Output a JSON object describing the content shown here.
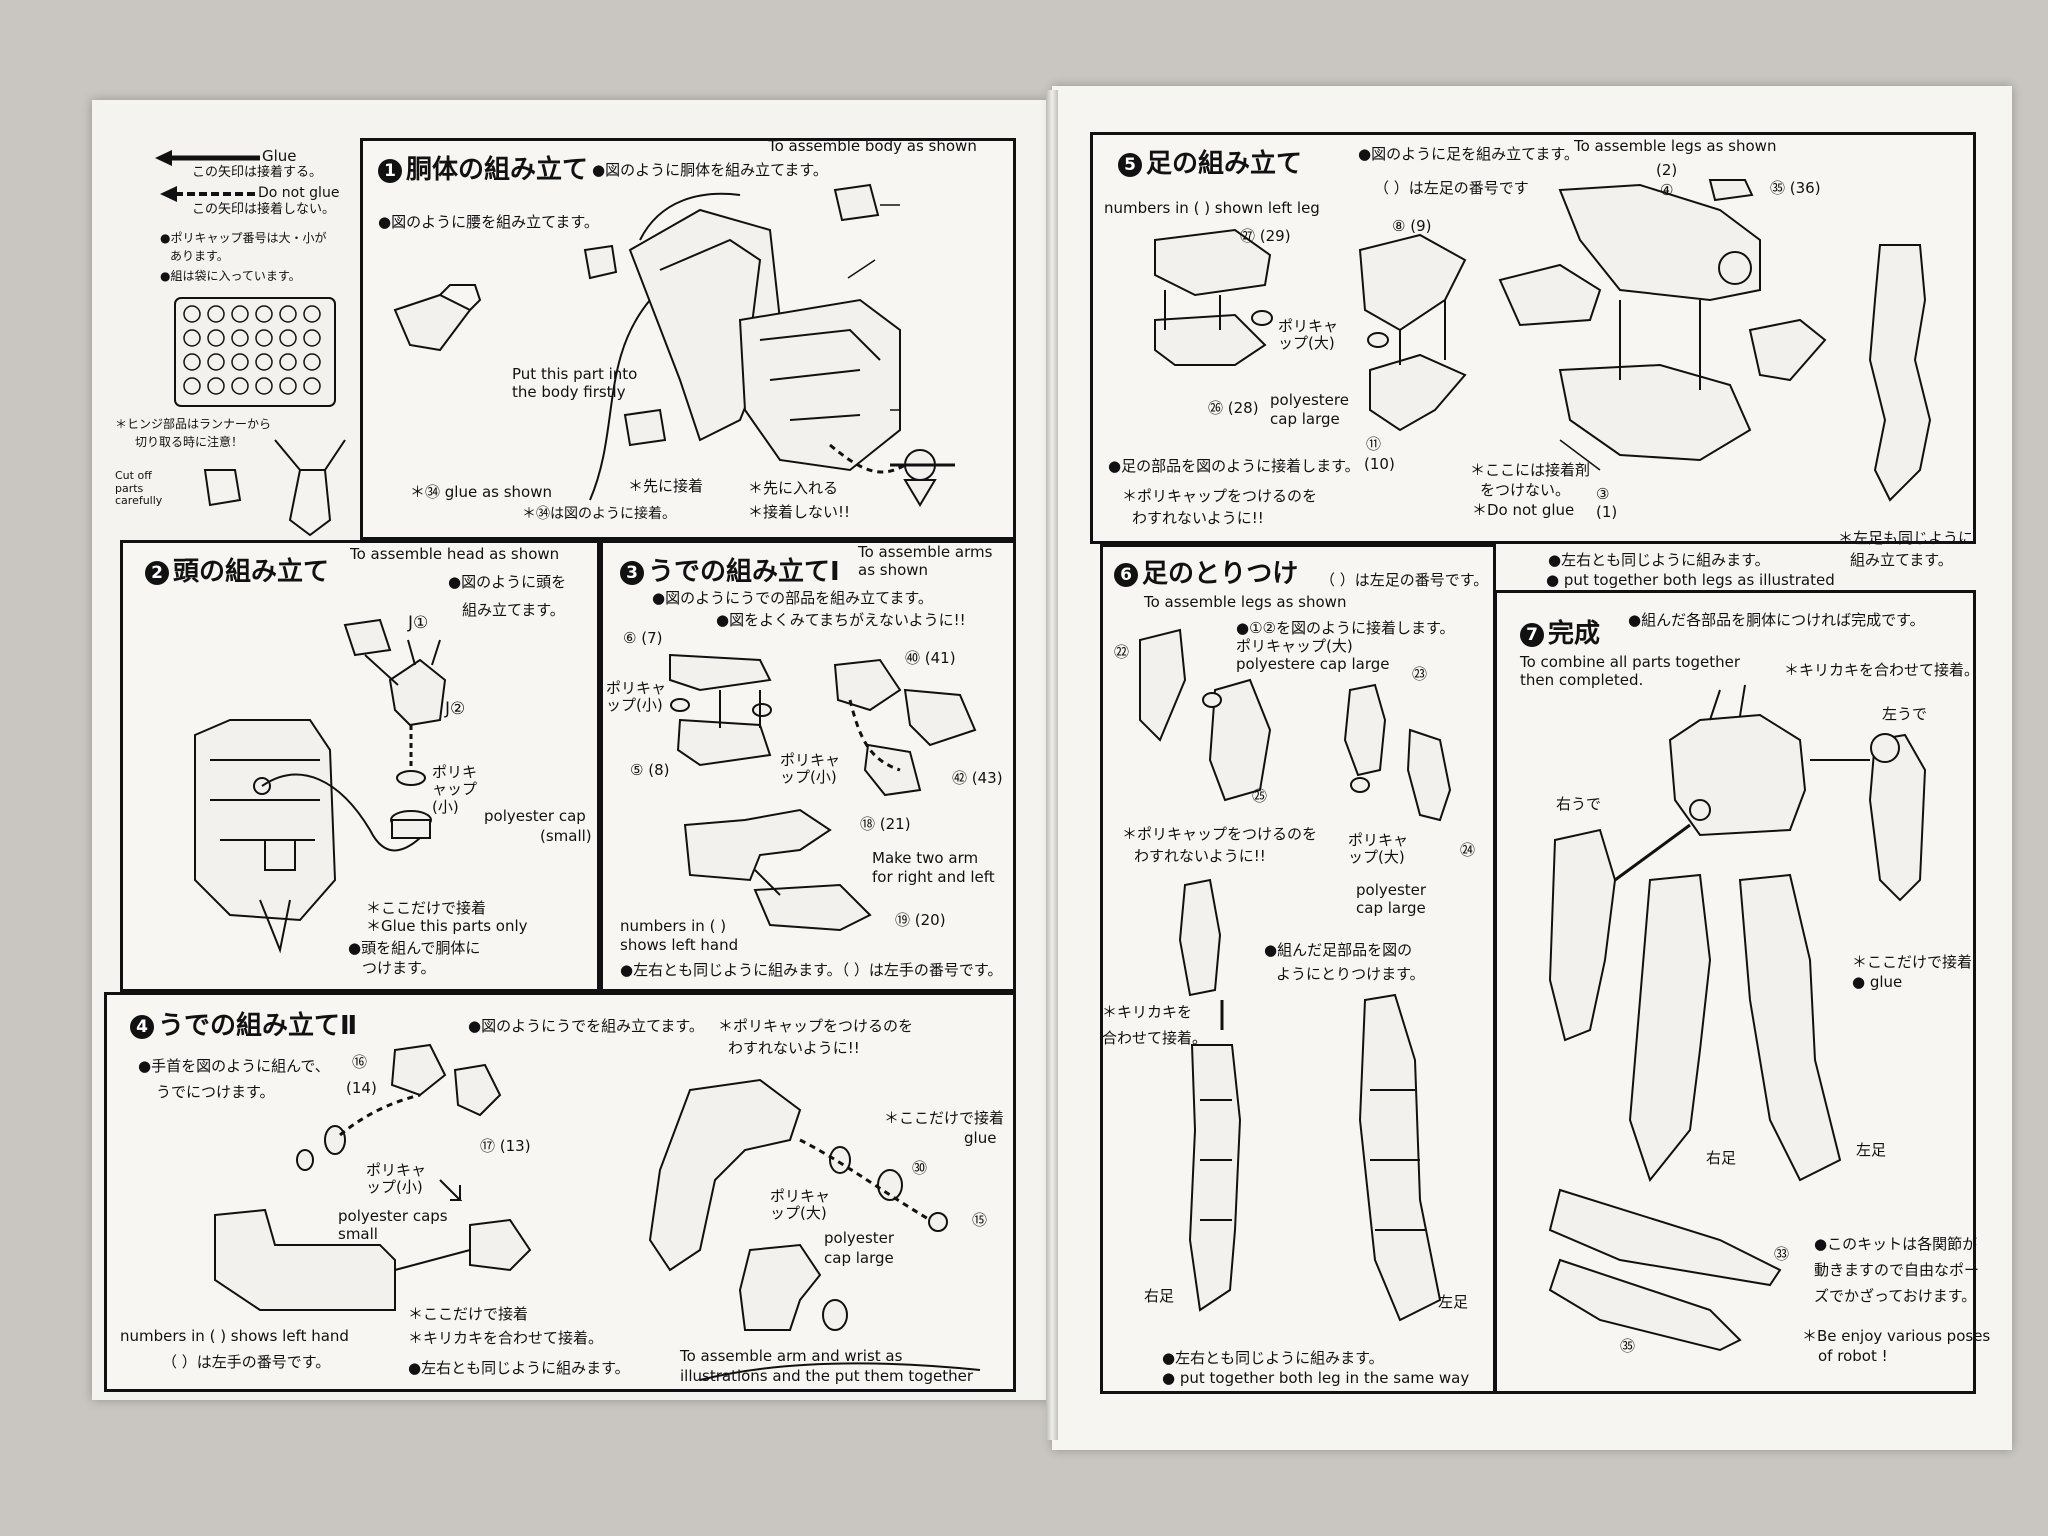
{
  "legend": {
    "glue": "Glue",
    "glue_jp": "この矢印は接着する。",
    "no_glue": "Do not glue",
    "no_glue_jp": "この矢印は接着しない。",
    "polycap_note_1": "●ポリキャップ番号は大・小が",
    "polycap_note_2": "あります。",
    "polycap_note_3": "●組は袋に入っています。",
    "runner_note_1": "＊ヒンジ部品はランナーから",
    "runner_note_2": "切り取る時に注意！",
    "cutoff": "Cut off parts carefully"
  },
  "step1": {
    "num": "1",
    "title": "胴体の組み立て",
    "en": "To assemble body as shown",
    "jp_a": "●図のように胴体を組み立てます。",
    "jp_b": "●図のように腰を組み立てます。",
    "put_part": "Put this part into",
    "put_part2": "the body firstly",
    "glue_as": "＊㉞ glue as shown",
    "glue_jp": "＊㉞は図のように接着。",
    "first_glue": "＊先に接着",
    "first_insert": "＊先に入れる",
    "no_glue": "＊接着しない!!"
  },
  "step2": {
    "num": "2",
    "title": "頭の組み立て",
    "en": "To assemble head as shown",
    "jp_a": "●図のように頭を",
    "jp_b": "組み立てます。",
    "j1": "J①",
    "j2": "J②",
    "polycap_jp": "ポリキャップ(小)",
    "polycap_en": "polyester cap",
    "small": "(small)",
    "glue_here": "＊ここだけで接着",
    "glue_only": "＊Glue this parts only",
    "attach_1": "●頭を組んで胴体に",
    "attach_2": "つけます。"
  },
  "step3": {
    "num": "3",
    "title": "うでの組み立てⅠ",
    "en_1": "To assemble arms",
    "en_2": "as shown",
    "jp_a": "●図のようにうでの部品を組み立てます。",
    "jp_b": "●図をよくみてまちがえないように!!",
    "polycap_jp_a": "ポリキャップ(小)",
    "polycap_jp_b": "ポリキャップ(小)",
    "p6": "⑥ (7)",
    "p5": "⑤ (8)",
    "p40": "㊵ (41)",
    "p42": "㊷ (43)",
    "p18": "⑱ (21)",
    "p19": "⑲ (20)",
    "make_two_1": "Make two arm",
    "make_two_2": "for right and left",
    "numbers_1": "numbers in (  )",
    "numbers_2": "shows left hand",
    "bottom": "●左右とも同じように組みます。（ ）は左手の番号です。"
  },
  "step4": {
    "num": "4",
    "title": "うでの組み立てⅡ",
    "jp_a": "●図のようにうでを組み立てます。",
    "jp_b": "●手首を図のように組んで、",
    "jp_c": "うでにつけます。",
    "polycap_remind_1": "＊ポリキャップをつけるのを",
    "polycap_remind_2": "わすれないように!!",
    "p16": "⑯",
    "p14": "(14)",
    "p17": "⑰ (13)",
    "polycap_small_jp": "ポリキャップ(小)",
    "polycap_small_en_1": "polyester caps",
    "polycap_small_en_2": "small",
    "glue_here": "＊ここだけで接着",
    "glue_en": "glue",
    "polycap_large_jp": "ポリキャップ(大)",
    "polycap_large_en_1": "polyester",
    "polycap_large_en_2": "cap large",
    "p30": "㉚",
    "p15": "⑮",
    "numbers_left": "numbers in (  ) shows left hand",
    "numbers_left_jp": "（ ）は左手の番号です。",
    "glue_here_2": "＊ここだけで接着",
    "kirikaki": "＊キリカキを合わせて接着。",
    "same_way": "●左右とも同じように組みます。",
    "assemble_wrist_1": "To assemble arm and wrist as",
    "assemble_wrist_2": "illustrations and the put them together"
  },
  "step5": {
    "num": "5",
    "title": "足の組み立て",
    "jp_a": "●図のように足を組み立てます。",
    "en": "To assemble legs as shown",
    "jp_b": "（ ）は左足の番号です",
    "numbers": "numbers in (  ) shown left leg",
    "p27": "㉗ (29)",
    "p26": "㉖ (28)",
    "p8": "⑧ (9)",
    "p11": "⑪",
    "p10": "(10)",
    "p2": "(2)",
    "p4": "④",
    "p3": "③",
    "p1": "(1)",
    "p35": "㉟ (36)",
    "polycap_jp": "ポリキャップ(大)",
    "polycap_en_1": "polyestere",
    "polycap_en_2": "cap large",
    "glue_parts": "●足の部品を図のように接着します。",
    "polycap_remind_1": "＊ポリキャップをつけるのを",
    "polycap_remind_2": "わすれないように!!",
    "no_glue_jp_1": "＊ここには接着剤",
    "no_glue_jp_2": "をつけない。",
    "no_glue_en": "＊Do not glue",
    "same_jp_1": "＊左足も同じように",
    "same_jp_2": "組み立てます。",
    "both_jp": "●左右とも同じように組みます。",
    "both_en": "● put together both legs as illustrated"
  },
  "step6": {
    "num": "6",
    "title": "足のとりつけ",
    "sub_jp": "（ ）は左足の番号です。",
    "en": "To assemble legs as shown",
    "jp_a": "●①②を図のように接着します。",
    "polycap_jp": "ポリキャップ(大)",
    "polycap_en": "polyestere cap large",
    "p22": "㉒",
    "p23": "㉓",
    "p24": "㉔",
    "p25": "㉕",
    "remind_1": "＊ポリキャップをつけるのを",
    "remind_2": "わすれないように!!",
    "polycap2_jp": "ポリキャップ(大)",
    "polycap2_en_1": "polyester",
    "polycap2_en_2": "cap large",
    "attach_1": "●組んだ足部品を図の",
    "attach_2": "ようにとりつけます。",
    "kirikaki_1": "＊キリカキを",
    "kirikaki_2": "合わせて接着。",
    "right_leg": "右足",
    "left_leg": "左足",
    "both_jp": "●左右とも同じように組みます。",
    "both_en": "● put together both leg in the same way"
  },
  "step7": {
    "num": "7",
    "title": "完成",
    "jp_a": "●組んだ各部品を胴体につければ完成です。",
    "en_1": "To combine all parts together",
    "en_2": "then completed.",
    "kirikaki": "＊キリカキを合わせて接着。",
    "left_arm": "左うで",
    "right_arm": "右うで",
    "right_leg": "右足",
    "left_leg": "左足",
    "glue_jp": "＊ここだけで接着",
    "glue_en": "● glue",
    "p33": "㉝",
    "p35": "㉟",
    "pose_1": "●このキットは各関節が",
    "pose_2": "動きますので自由なポー",
    "pose_3": "ズでかざっておけます。",
    "enjoy_1": "＊Be enjoy various poses",
    "enjoy_2": "of robot !"
  }
}
